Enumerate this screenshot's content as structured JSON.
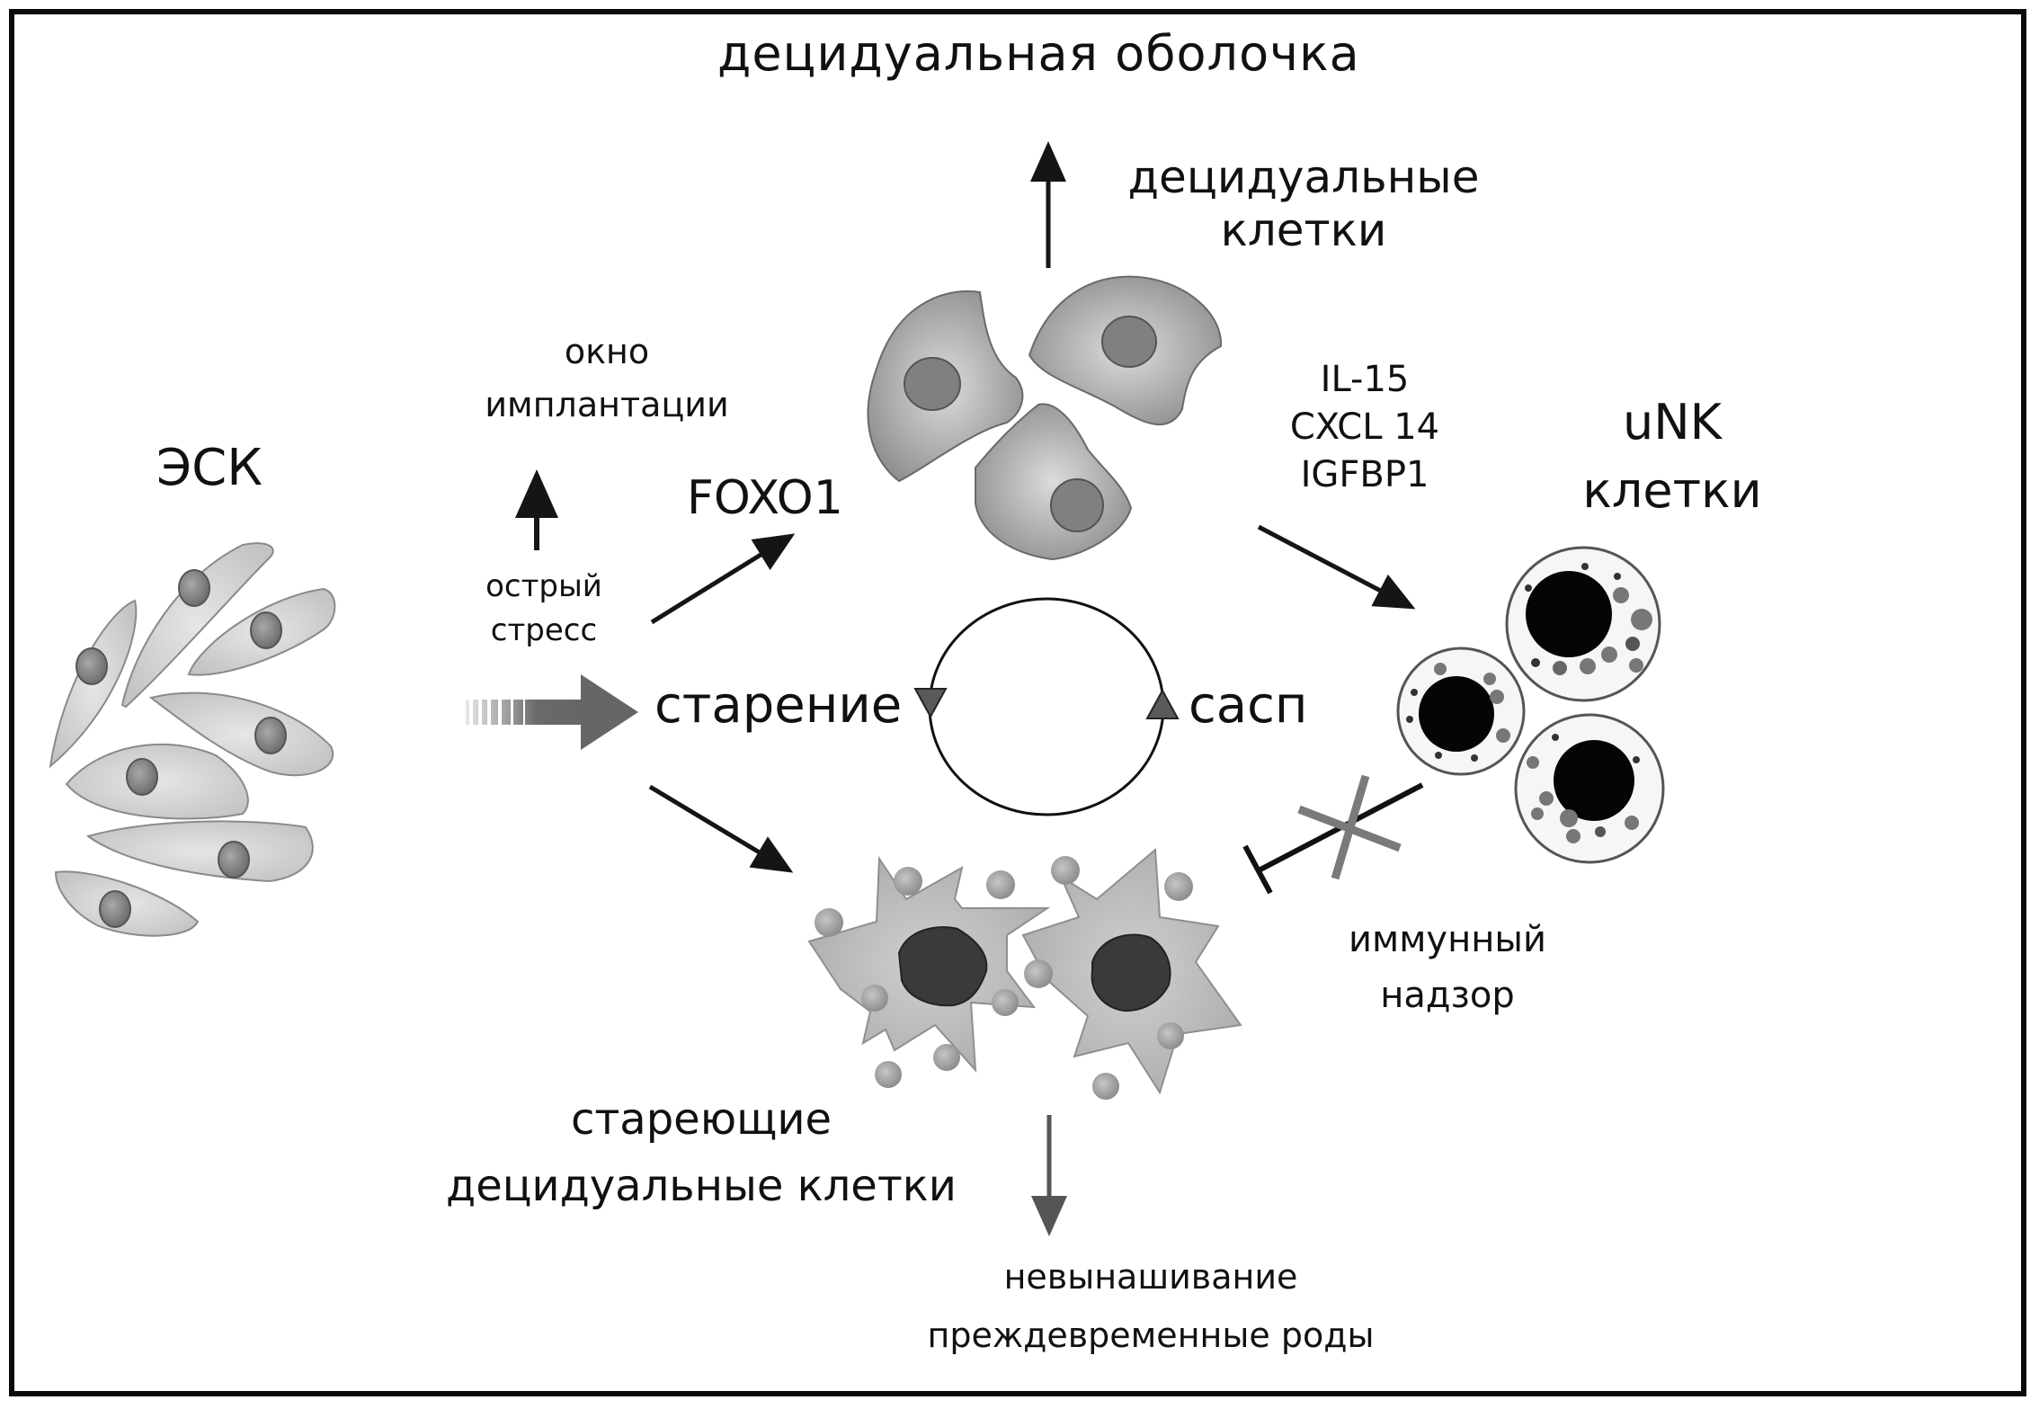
{
  "diagram": {
    "title": "децидуальная   оболочка",
    "nodes": {
      "esc": {
        "label": "ЭСК"
      },
      "decidual_cells": {
        "lines": [
          "децидуальные",
          "клетки"
        ]
      },
      "unk_cells": {
        "lines": [
          "uNK",
          "клетки"
        ]
      },
      "senescence": {
        "label": "старение"
      },
      "sasp": {
        "label": "сасп"
      },
      "senescent_decidual_cells": {
        "lines": [
          "стареющие",
          "децидуальные клетки"
        ]
      }
    },
    "annotations": {
      "implantation_window": {
        "lines": [
          "окно",
          "имплантации"
        ]
      },
      "acute_stress": {
        "lines": [
          "острый",
          "стресс"
        ]
      },
      "foxo1": {
        "label": "FOXO1"
      },
      "cytokines": {
        "lines": [
          "IL-15",
          "CXCL  14",
          "IGFBP1"
        ]
      },
      "immune_surveillance": {
        "lines": [
          "иммунный",
          "надзор"
        ]
      },
      "outcome": {
        "lines": [
          "невынашивание",
          "преждевременные роды"
        ]
      }
    },
    "edges": [
      {
        "from": "acute_stress",
        "to": "implantation_window",
        "type": "arrow"
      },
      {
        "from": "acute_stress",
        "to": "foxo1",
        "type": "arrow"
      },
      {
        "from": "esc",
        "to": "senescence",
        "type": "thick-arrow"
      },
      {
        "from": "decidual_cells",
        "to": "title",
        "type": "arrow"
      },
      {
        "from": "decidual_cells",
        "to": "unk_cells",
        "type": "arrow"
      },
      {
        "from": "senescence",
        "to": "sasp",
        "type": "cycle"
      },
      {
        "from": "acute_stress",
        "to": "senescent_decidual_cells",
        "type": "arrow"
      },
      {
        "from": "unk_cells",
        "to": "senescent_decidual_cells",
        "type": "inhibition-blocked"
      },
      {
        "from": "senescent_decidual_cells",
        "to": "outcome",
        "type": "arrow"
      }
    ],
    "colors": {
      "border": "#0a0a0a",
      "text": "#111111",
      "arrow": "#151515",
      "stromal_cell_fill": "#d4d4d4",
      "nucleus_fill": "#8a8a8a",
      "decidual_cell_fill": "#a8a8a8",
      "senescent_cell_fill": "#bdbdbd",
      "senescent_nucleus": "#3a3a3a",
      "unk_nucleus": "#050505",
      "cross_mark": "#7a7a7a",
      "cycle_triangle": "#5a5a5a"
    }
  }
}
